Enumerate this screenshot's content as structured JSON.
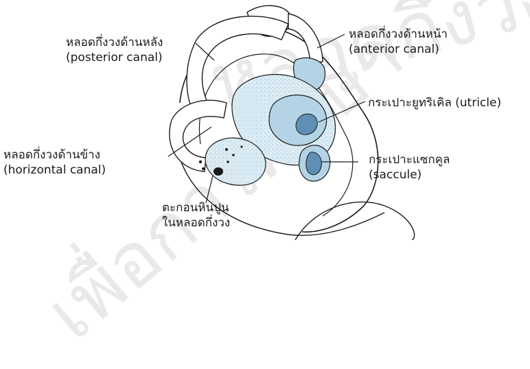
{
  "watermark": {
    "line1": "หลอดกึ่งวง",
    "line2": "เพื่อการศึกษา"
  },
  "labels": {
    "posterior": {
      "thai": "หลอดกึ่งวงด้านหลัง",
      "english": "(posterior canal)"
    },
    "anterior": {
      "thai": "หลอดกึ่งวงด้านหน้า",
      "english": "(anterior canal)"
    },
    "utricle": {
      "text": "กระเปาะยูทริเคิล (utricle)"
    },
    "horizontal": {
      "thai": "หลอดกึ่งวงด้านข้าง",
      "english": "(horizontal canal)"
    },
    "saccule": {
      "thai": "กระเปาะแซกคูล",
      "english": "(saccule)"
    },
    "otolith": {
      "line1": "ตะกอนหินปูน",
      "line2": "ในหลอดกึ่งวง"
    }
  },
  "colors": {
    "ink": "#1a1a1a",
    "fill_light": "#dcecf4",
    "fill_mid": "#b4d4e6",
    "fill_dark": "#5f8fb4"
  }
}
